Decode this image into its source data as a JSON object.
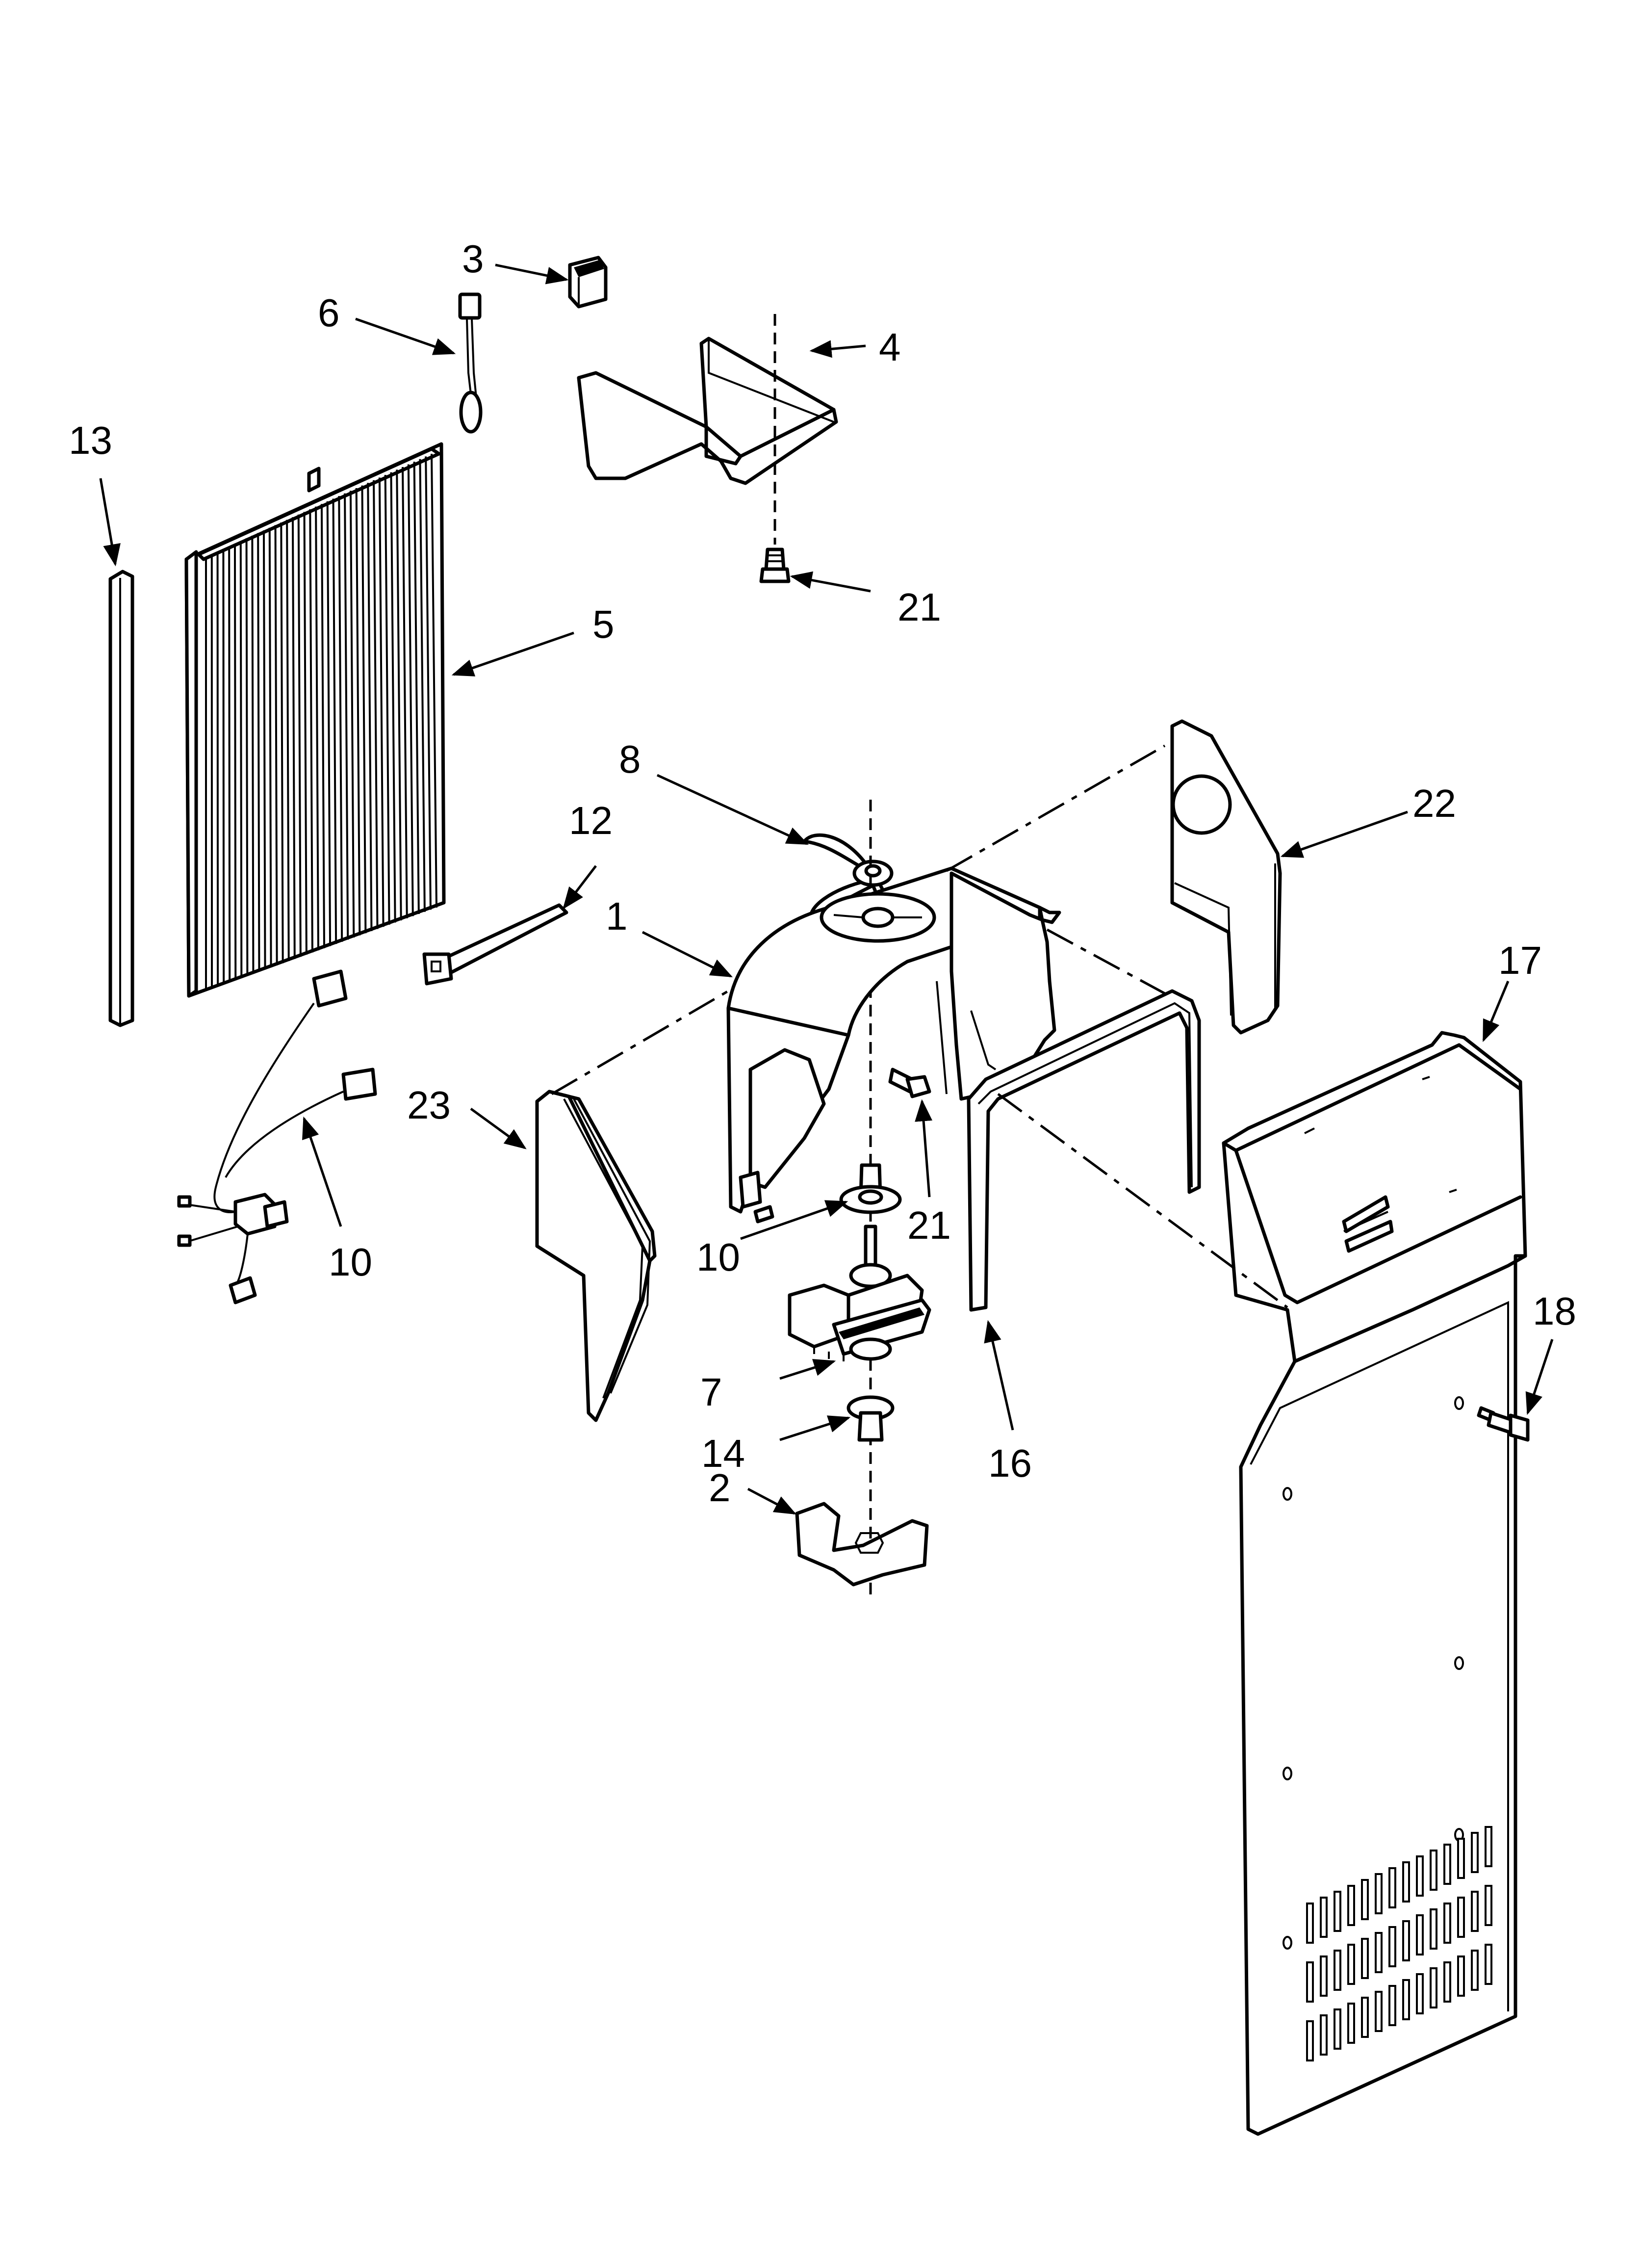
{
  "callouts": [
    {
      "id": "c1",
      "label": "1"
    },
    {
      "id": "c2",
      "label": "2"
    },
    {
      "id": "c3",
      "label": "3"
    },
    {
      "id": "c4",
      "label": "4"
    },
    {
      "id": "c5",
      "label": "5"
    },
    {
      "id": "c6",
      "label": "6"
    },
    {
      "id": "c7",
      "label": "7"
    },
    {
      "id": "c8",
      "label": "8"
    },
    {
      "id": "c10a",
      "label": "10"
    },
    {
      "id": "c10b",
      "label": "10"
    },
    {
      "id": "c12",
      "label": "12"
    },
    {
      "id": "c13",
      "label": "13"
    },
    {
      "id": "c14",
      "label": "14"
    },
    {
      "id": "c16",
      "label": "16"
    },
    {
      "id": "c17",
      "label": "17"
    },
    {
      "id": "c18",
      "label": "18"
    },
    {
      "id": "c21a",
      "label": "21"
    },
    {
      "id": "c21b",
      "label": "21"
    },
    {
      "id": "c22",
      "label": "22"
    },
    {
      "id": "c23",
      "label": "23"
    }
  ]
}
